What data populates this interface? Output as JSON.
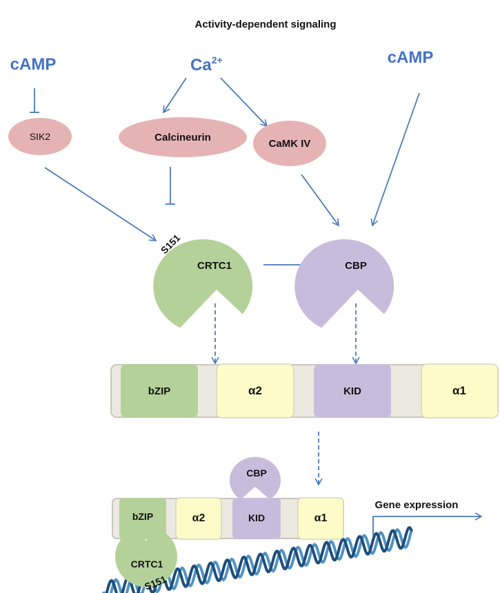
{
  "title": "Activity-dependent signaling",
  "nodes": {
    "camp_left": "cAMP",
    "ca_base": "Ca",
    "ca_sup": "2+",
    "camp_right": "cAMP",
    "sik2": "SIK2",
    "calcineurin": "Calcineurin",
    "camk4": "CaMK IV",
    "crtc1": "CRTC1",
    "cbp": "CBP",
    "s151_top": "S151"
  },
  "domains_top": {
    "bzip": "bZIP",
    "alpha2": "α2",
    "kid": "KID",
    "alpha1": "α1"
  },
  "bottom": {
    "cbp": "CBP",
    "bzip": "bZIP",
    "alpha2": "α2",
    "kid": "KID",
    "alpha1": "α1",
    "crtc1": "CRTC1",
    "s151": "S151",
    "gene_expression": "Gene expression"
  },
  "colors": {
    "arrow_blue": "#4a7ab8",
    "pink": "#e6b3b5",
    "green": "#b5d19a",
    "purple": "#c8bcdc",
    "yellow": "#fdfcc8",
    "track": "#ece9e0",
    "dna_dark": "#1f4e79",
    "dna_light": "#4f93c7"
  }
}
